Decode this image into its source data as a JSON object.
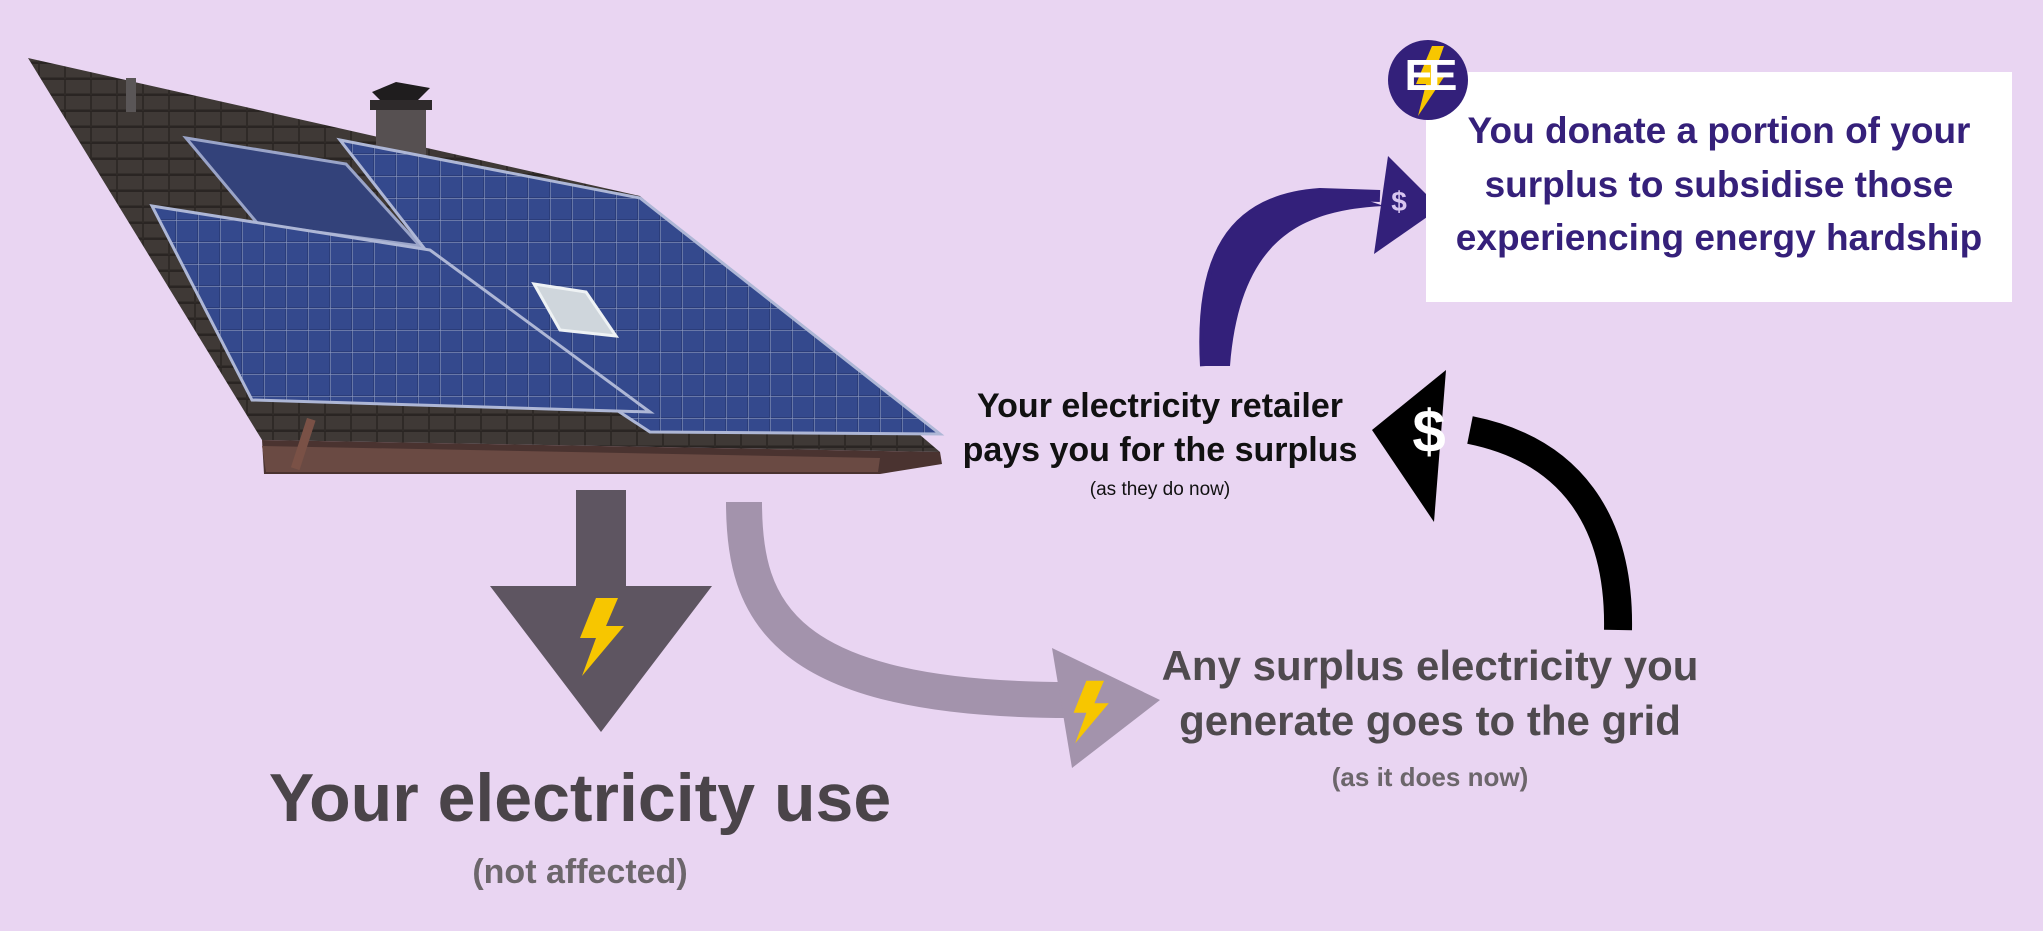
{
  "electricity_use": {
    "title": "Your electricity use",
    "note": "(not affected)"
  },
  "surplus_to_grid": {
    "title": "Any surplus electricity you generate goes to the grid",
    "note": "(as it does now)"
  },
  "retailer": {
    "title": "Your electricity retailer pays you for the surplus",
    "note": "(as they do now)"
  },
  "donation": {
    "text": "You donate a portion of your surplus to subsidise those experiencing energy hardship"
  },
  "symbols": {
    "dollar": "$",
    "logo_letters": "EE"
  },
  "icons": [
    "house-roof-solar-panels-icon",
    "lightning-bolt-icon",
    "dollar-icon",
    "ee-logo-icon"
  ],
  "colors": {
    "background": "#e9d5f2",
    "usage_arrow": "#5e5561",
    "grid_arrow": "#a393ac",
    "payment_arrow": "#000000",
    "donation_arrow": "#33207a",
    "bolt": "#f7c600",
    "donation_text": "#35207a"
  }
}
